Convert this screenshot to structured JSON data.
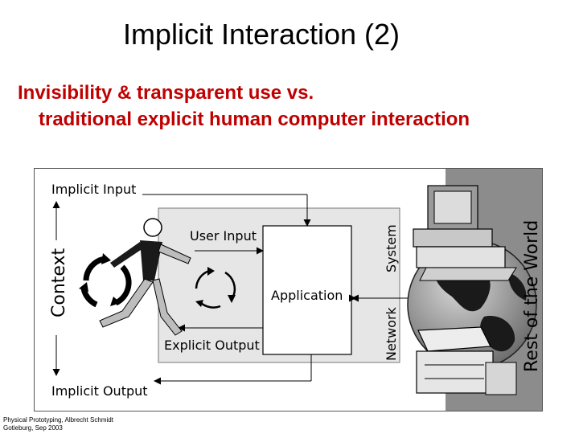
{
  "slide": {
    "title": "Implicit Interaction (2)",
    "subtitle_line1": "Invisibility & transparent use vs.",
    "subtitle_line2": "traditional explicit human computer interaction"
  },
  "diagram": {
    "implicit_input": "Implicit Input",
    "user_input": "User Input",
    "application": "Application",
    "explicit_output": "Explicit Output",
    "implicit_output": "Implicit Output",
    "context": "Context",
    "system": "System",
    "network": "Network",
    "rest_of_world": "Rest of the World"
  },
  "footer": {
    "line1": "Physical Prototyping, Albrecht Schmidt",
    "line2": "Gotieburg, Sep 2003"
  }
}
